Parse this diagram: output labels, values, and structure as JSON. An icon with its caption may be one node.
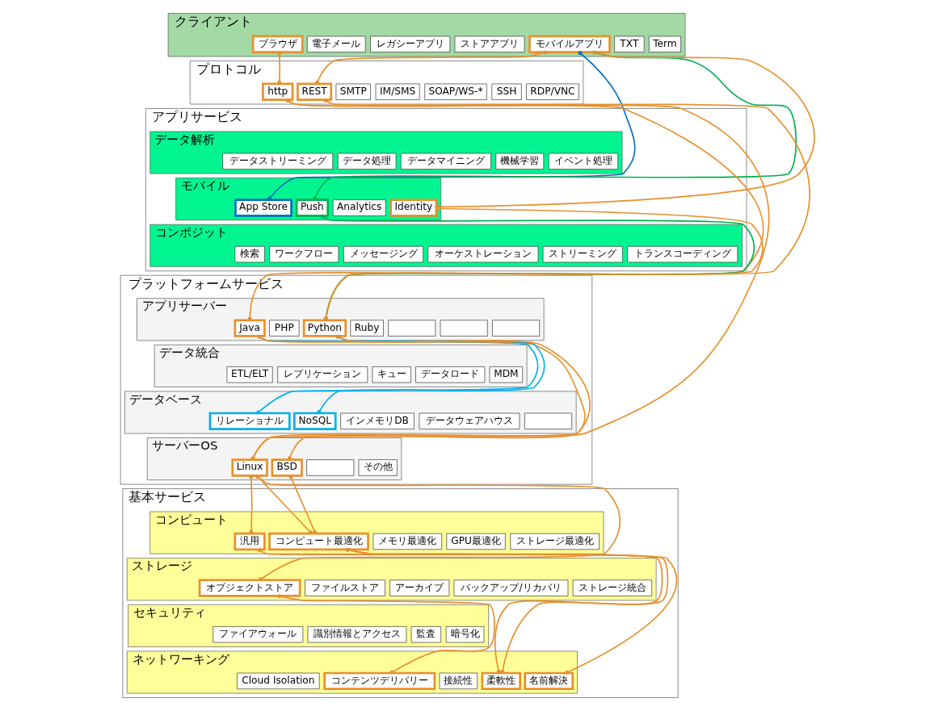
{
  "diagram": {
    "nodes": [
      {
        "text": [
          "クライアント"
        ]
      },
      {
        "text": [
          "ブラウザ"
        ],
        "in": 0
      },
      {
        "text": [
          "電子メール"
        ],
        "in": 0
      },
      {
        "text": [
          "レガシーアプリ"
        ],
        "in": 0
      },
      {
        "text": [
          "ストアアプリ"
        ],
        "in": 0
      },
      {
        "text": [
          "モバイルアプリ"
        ],
        "in": 0
      },
      {
        "text": [
          "TXT"
        ],
        "in": 0
      },
      {
        "text": [
          "Term"
        ],
        "in": 0
      },
      {
        "text": [
          "プロトコル"
        ]
      },
      {
        "text": [
          "http"
        ],
        "in": 8
      },
      {
        "text": [
          "REST"
        ],
        "in": 8
      },
      {
        "text": [
          "SMTP"
        ],
        "in": 8
      },
      {
        "text": [
          "IM/SMS"
        ],
        "in": 8
      },
      {
        "text": [
          "SOAP/WS-*"
        ],
        "in": 8
      },
      {
        "text": [
          "SSH"
        ],
        "in": 8
      },
      {
        "text": [
          "RDP/VNC"
        ],
        "in": 8
      },
      {
        "text": [
          "アプリサービス"
        ]
      },
      {
        "text": [
          "データ解析"
        ],
        "in": 16
      },
      {
        "text": [
          "データストリーミング"
        ],
        "in": 17
      },
      {
        "text": [
          "データ処理"
        ],
        "in": 17
      },
      {
        "text": [
          "データマイニング"
        ],
        "in": 17
      },
      {
        "text": [
          "機械学習"
        ],
        "in": 17
      },
      {
        "text": [
          "イベント処理"
        ],
        "in": 17
      },
      {
        "text": [
          "モバイル"
        ],
        "in": 16
      },
      {
        "text": [
          "App Store"
        ],
        "in": 23
      },
      {
        "text": [
          "Push"
        ],
        "in": 23
      },
      {
        "text": [
          "Analytics"
        ],
        "in": 23
      },
      {
        "text": [
          "Identity"
        ],
        "in": 23
      },
      {
        "text": [
          "コンポジット"
        ],
        "in": 16
      },
      {
        "text": [
          "検索"
        ],
        "in": 28
      },
      {
        "text": [
          "ワークフロー"
        ],
        "in": 28
      },
      {
        "text": [
          "メッセージング"
        ],
        "in": 28
      },
      {
        "text": [
          "オーケストレーション"
        ],
        "in": 28
      },
      {
        "text": [
          "ストリーミング"
        ],
        "in": 28
      },
      {
        "text": [
          "トランスコーディング"
        ],
        "in": 28
      },
      {
        "text": [
          "プラットフォームサービス"
        ]
      },
      {
        "text": [
          "アプリサーバー"
        ],
        "in": 35
      },
      {
        "text": [
          "Java"
        ],
        "in": 36
      },
      {
        "text": [
          "PHP"
        ],
        "in": 36
      },
      {
        "text": [
          "Python"
        ],
        "in": 36
      },
      {
        "text": [
          "Ruby"
        ],
        "in": 36
      },
      {
        "text": [],
        "shape": "box",
        "in": 36
      },
      {
        "text": [],
        "shape": "box",
        "in": 36
      },
      {
        "text": [],
        "shape": "box",
        "in": 36
      },
      {
        "text": [
          "データ統合"
        ],
        "in": 35
      },
      {
        "text": [
          "ETL/ELT"
        ],
        "in": 44
      },
      {
        "text": [
          "レプリケーション"
        ],
        "in": 44
      },
      {
        "text": [
          "キュー"
        ],
        "in": 44
      },
      {
        "text": [
          "データロード"
        ],
        "in": 44
      },
      {
        "text": [
          "MDM"
        ],
        "in": 44
      },
      {
        "text": [
          "データベース"
        ],
        "in": 35
      },
      {
        "text": [
          "リレーショナル"
        ],
        "in": 50
      },
      {
        "text": [
          "NoSQL"
        ],
        "in": 50
      },
      {
        "text": [
          "インメモリDB"
        ],
        "in": 50
      },
      {
        "text": [
          "データウェアハウス"
        ],
        "in": 50
      },
      {
        "text": [],
        "shape": "box",
        "in": 50
      },
      {
        "text": [
          "サーバーOS"
        ],
        "in": 35
      },
      {
        "text": [
          "Linux"
        ],
        "in": 56
      },
      {
        "text": [
          "BSD"
        ],
        "in": 56
      },
      {
        "text": [],
        "shape": "box",
        "in": 56
      },
      {
        "text": [
          "その他"
        ],
        "in": 56
      },
      {
        "text": [
          "基本サービス"
        ]
      },
      {
        "text": [
          "コンピュート"
        ],
        "in": 61
      },
      {
        "text": [
          "汎用"
        ],
        "in": 62
      },
      {
        "text": [
          "コンピュート最適化"
        ],
        "in": 62
      },
      {
        "text": [
          "メモリ最適化"
        ],
        "in": 62
      },
      {
        "text": [
          "GPU最適化"
        ],
        "in": 62
      },
      {
        "text": [
          "ストレージ最適化"
        ],
        "in": 62
      },
      {
        "text": [
          "ストレージ"
        ],
        "in": 61
      },
      {
        "text": [
          "オブジェクトストア"
        ],
        "in": 68
      },
      {
        "text": [
          "ファイルストア"
        ],
        "in": 68
      },
      {
        "text": [
          "アーカイブ"
        ],
        "in": 68
      },
      {
        "text": [
          "バックアップ/リカバリ"
        ],
        "in": 68
      },
      {
        "text": [
          "ストレージ統合"
        ],
        "in": 68
      },
      {
        "text": [
          "セキュリティ"
        ],
        "in": 61
      },
      {
        "text": [
          "ファイアウォール"
        ],
        "in": 74
      },
      {
        "text": [
          "識別情報とアクセス"
        ],
        "in": 74
      },
      {
        "text": [
          "監査"
        ],
        "in": 74
      },
      {
        "text": [
          "暗号化"
        ],
        "in": 74
      },
      {
        "text": [
          "ネットワーキング"
        ],
        "in": 61
      },
      {
        "text": [
          "Cloud Isolation"
        ],
        "in": 79
      },
      {
        "text": [
          "コンテンツデリバリー"
        ],
        "in": 79
      },
      {
        "text": [
          "接続性"
        ],
        "in": 79
      },
      {
        "text": [
          "柔軟性"
        ],
        "in": 79
      },
      {
        "text": [
          "名前解決"
        ],
        "in": 79
      }
    ],
    "edges": [
      {
        "from": 1,
        "to": 9,
        "arrow": "other"
      },
      {
        "from": 5,
        "to": 10,
        "arrow": "other"
      },
      {
        "from": 5,
        "to": 27,
        "arrow": "other"
      },
      {
        "from": 5,
        "to": 24,
        "arrow": "other",
        "color": "#0070c0"
      },
      {
        "from": 5,
        "to": 25,
        "arrow": "other",
        "color": "#00b050"
      },
      {
        "from": 9,
        "to": 37,
        "arrow": "other"
      },
      {
        "from": 9,
        "to": 57,
        "arrow": "other"
      },
      {
        "from": 10,
        "to": 39,
        "arrow": "other"
      },
      {
        "from": 27,
        "to": 39,
        "arrow": "other"
      },
      {
        "from": 25,
        "to": 39,
        "arrow": "other",
        "color": "#00b050"
      },
      {
        "from": 37,
        "to": 51,
        "arrow": "other",
        "color": "#00b0f0"
      },
      {
        "from": 39,
        "to": 52,
        "arrow": "other",
        "color": "#00b0f0"
      },
      {
        "from": 37,
        "to": 58,
        "arrow": "other"
      },
      {
        "from": 39,
        "to": 57,
        "arrow": "other"
      },
      {
        "from": 57,
        "to": 63,
        "arrow": "other"
      },
      {
        "from": 57,
        "to": 69,
        "arrow": "other"
      },
      {
        "from": 57,
        "to": 64,
        "arrow": "other"
      },
      {
        "from": 58,
        "to": 64,
        "arrow": "other"
      },
      {
        "from": 63,
        "to": 83,
        "arrow": "other"
      },
      {
        "from": 64,
        "to": 83,
        "arrow": "other"
      },
      {
        "from": 64,
        "to": 84,
        "arrow": "other"
      },
      {
        "from": 69,
        "to": 81,
        "arrow": "other"
      }
    ]
  }
}
